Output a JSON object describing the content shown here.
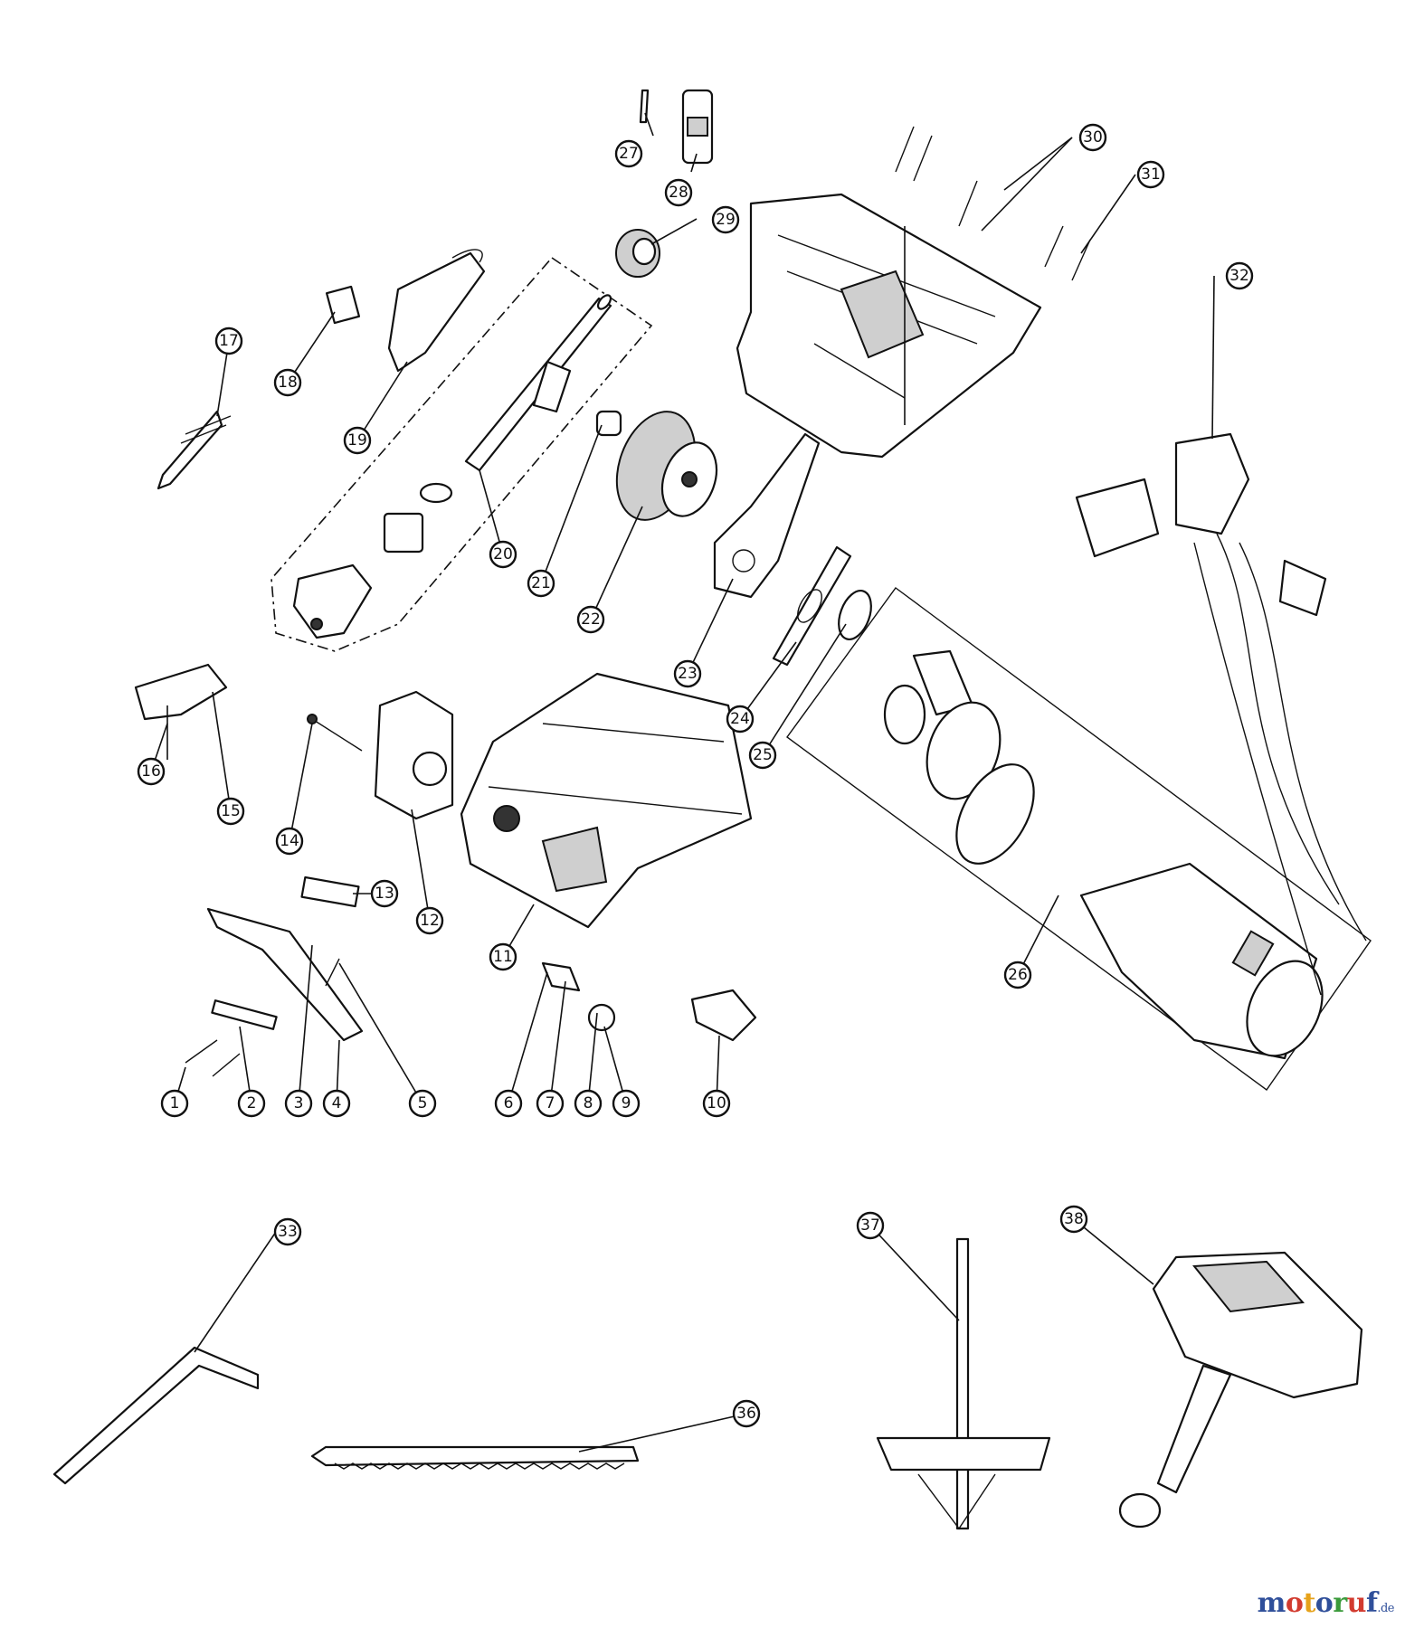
{
  "watermark": {
    "letters": [
      {
        "char": "m",
        "color": "#2f4f9a"
      },
      {
        "char": "o",
        "color": "#d23b2f"
      },
      {
        "char": "t",
        "color": "#e6a21a"
      },
      {
        "char": "o",
        "color": "#2f4f9a"
      },
      {
        "char": "r",
        "color": "#3a9a3a"
      },
      {
        "char": "u",
        "color": "#d23b2f"
      },
      {
        "char": "f",
        "color": "#2f4f9a"
      }
    ],
    "suffix": ".de"
  },
  "callouts": [
    "1",
    "2",
    "3",
    "4",
    "5",
    "6",
    "7",
    "8",
    "9",
    "10",
    "11",
    "12",
    "13",
    "14",
    "15",
    "16",
    "17",
    "18",
    "19",
    "20",
    "21",
    "22",
    "23",
    "24",
    "25",
    "26",
    "27",
    "28",
    "29",
    "30",
    "31",
    "32",
    "33",
    "36",
    "37",
    "38"
  ]
}
